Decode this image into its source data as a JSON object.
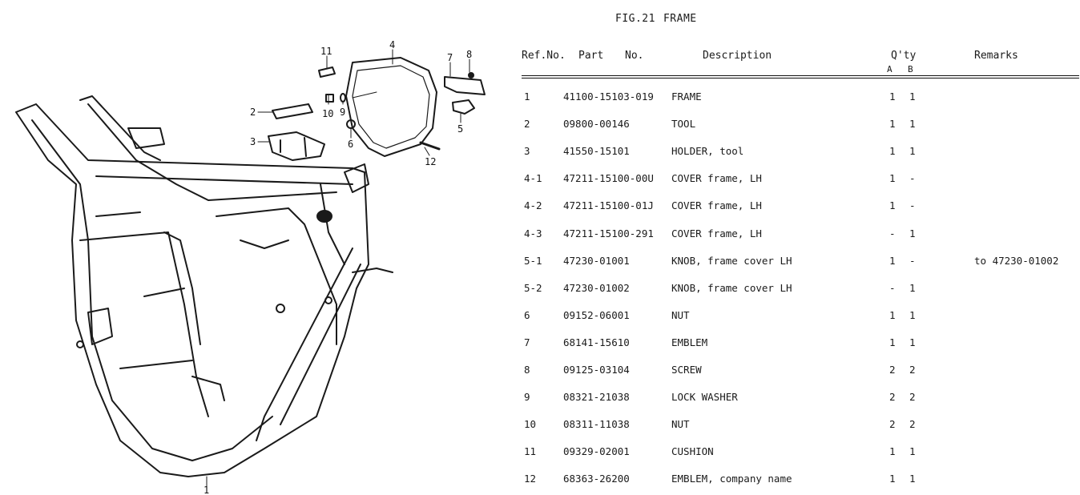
{
  "figure": {
    "number": "FIG.21",
    "name": "FRAME"
  },
  "headers": {
    "ref_no": "Ref.No.",
    "part": "Part",
    "no": "No.",
    "description": "Description",
    "qty": "Q'ty",
    "qty_a": "A",
    "qty_b": "B",
    "remarks": "Remarks"
  },
  "callouts": [
    "1",
    "2",
    "3",
    "4",
    "5",
    "6",
    "7",
    "8",
    "9",
    "10",
    "11",
    "12"
  ],
  "rows": [
    {
      "ref": "1",
      "part": "41100-15103-019",
      "desc": "FRAME",
      "a": "1",
      "b": "1",
      "remarks": ""
    },
    {
      "ref": "2",
      "part": "09800-00146",
      "desc": "TOOL",
      "a": "1",
      "b": "1",
      "remarks": ""
    },
    {
      "ref": "3",
      "part": "41550-15101",
      "desc": "HOLDER, tool",
      "a": "1",
      "b": "1",
      "remarks": ""
    },
    {
      "ref": "4-1",
      "part": "47211-15100-00U",
      "desc": "COVER frame, LH",
      "a": "1",
      "b": "-",
      "remarks": ""
    },
    {
      "ref": "4-2",
      "part": "47211-15100-01J",
      "desc": "COVER frame, LH",
      "a": "1",
      "b": "-",
      "remarks": ""
    },
    {
      "ref": "4-3",
      "part": "47211-15100-291",
      "desc": "COVER frame, LH",
      "a": "-",
      "b": "1",
      "remarks": ""
    },
    {
      "ref": "5-1",
      "part": "47230-01001",
      "desc": "KNOB, frame cover LH",
      "a": "1",
      "b": "-",
      "remarks": "to 47230-01002"
    },
    {
      "ref": "5-2",
      "part": "47230-01002",
      "desc": "KNOB, frame cover LH",
      "a": "-",
      "b": "1",
      "remarks": ""
    },
    {
      "ref": "6",
      "part": "09152-06001",
      "desc": "NUT",
      "a": "1",
      "b": "1",
      "remarks": ""
    },
    {
      "ref": "7",
      "part": "68141-15610",
      "desc": "EMBLEM",
      "a": "1",
      "b": "1",
      "remarks": ""
    },
    {
      "ref": "8",
      "part": "09125-03104",
      "desc": "SCREW",
      "a": "2",
      "b": "2",
      "remarks": ""
    },
    {
      "ref": "9",
      "part": "08321-21038",
      "desc": "LOCK WASHER",
      "a": "2",
      "b": "2",
      "remarks": ""
    },
    {
      "ref": "10",
      "part": "08311-11038",
      "desc": "NUT",
      "a": "2",
      "b": "2",
      "remarks": ""
    },
    {
      "ref": "11",
      "part": "09329-02001",
      "desc": "CUSHION",
      "a": "1",
      "b": "1",
      "remarks": ""
    },
    {
      "ref": "12",
      "part": "68363-26200",
      "desc": "EMBLEM, company name",
      "a": "1",
      "b": "1",
      "remarks": ""
    }
  ]
}
